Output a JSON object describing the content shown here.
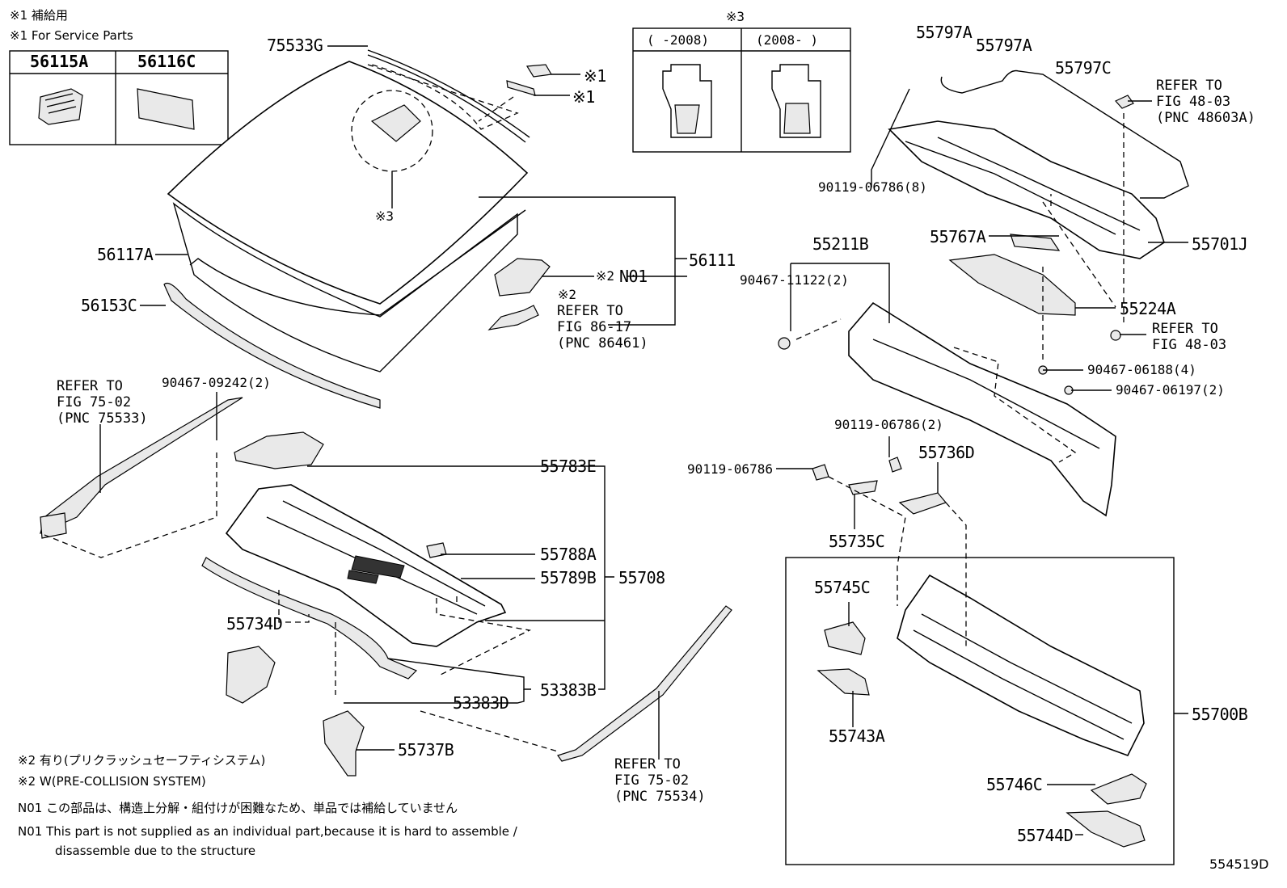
{
  "header_notes": {
    "note1_jp": "※1 補給用",
    "note1_en": "※1 For Service Parts"
  },
  "service_parts": [
    "56115A",
    "56116C"
  ],
  "inset3": {
    "mark": "※3",
    "col_left": "(   -2008)",
    "col_right": "(2008-   )"
  },
  "parts": {
    "p75533G": "75533G",
    "p56117A": "56117A",
    "p56153C": "56153C",
    "p56111": "56111",
    "pN01": "N01",
    "p55783E": "55783E",
    "p55788A": "55788A",
    "p55789B": "55789B",
    "p55708": "55708",
    "p55734D": "55734D",
    "p53383B": "53383B",
    "p53383D": "53383D",
    "p55737B": "55737B",
    "p90467_09242": "90467-09242(2)",
    "p55797A_1": "55797A",
    "p55797A_2": "55797A",
    "p55797C": "55797C",
    "p90119_06786_8": "90119-06786(8)",
    "p55767A": "55767A",
    "p55701J": "55701J",
    "p55211B": "55211B",
    "p90467_11122": "90467-11122(2)",
    "p55224A": "55224A",
    "p90467_06188": "90467-06188(4)",
    "p90467_06197": "90467-06197(2)",
    "p90119_06786_2": "90119-06786(2)",
    "p55736D": "55736D",
    "p90119_06786": "90119-06786",
    "p55735C": "55735C",
    "p55745C": "55745C",
    "p55743A": "55743A",
    "p55700B": "55700B",
    "p55746C": "55746C",
    "p55744D": "55744D"
  },
  "marks": {
    "m1a": "※1",
    "m1b": "※1",
    "m3": "※3",
    "m2a": "※2",
    "m2b": "※2"
  },
  "refs": {
    "ref_86_17": [
      "REFER TO",
      "FIG 86-17",
      "(PNC 86461)"
    ],
    "ref_75_02_a": [
      "REFER TO",
      "FIG 75-02",
      "(PNC 75533)"
    ],
    "ref_75_02_b": [
      "REFER TO",
      "FIG 75-02",
      "(PNC 75534)"
    ],
    "ref_48_03_a": [
      "REFER TO",
      "FIG 48-03",
      "(PNC 48603A)"
    ],
    "ref_48_03_b": [
      "REFER TO",
      "FIG 48-03"
    ]
  },
  "footnotes": {
    "f2_jp": "※2 有り(プリクラッシュセーフティシステム)",
    "f2_en": "※2 W(PRE-COLLISION SYSTEM)",
    "n01_jp": "N01  この部品は、構造上分解・組付けが困難なため、単品では補給していません",
    "n01_en_1": "N01  This part is not supplied as an individual part,because it is hard to assemble /",
    "n01_en_2": "disassemble due to the structure"
  },
  "diagram_id": "554519D"
}
